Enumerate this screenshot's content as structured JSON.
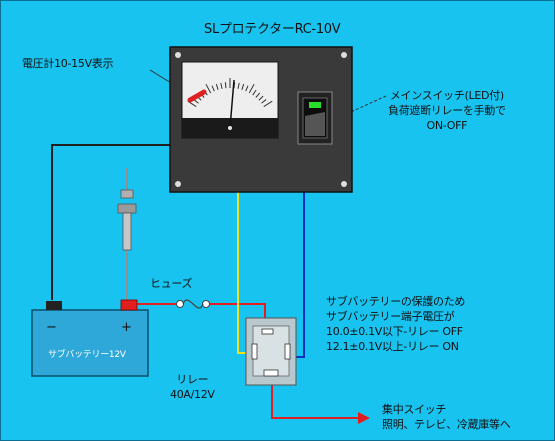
{
  "title": "SLプロテクターRC-10V",
  "colors": {
    "background": "#19c3f0",
    "panel": "#3a3a3a",
    "battery": "#2ea8d8",
    "wire_red": "#e02020",
    "wire_black": "#202020",
    "wire_yellow": "#f0e020",
    "wire_blue": "#1030c0",
    "wire_gray": "#909090"
  },
  "labels": {
    "voltmeter": "電圧計10-15V表示",
    "main_switch": [
      "メインスイッチ(LED付)",
      "負荷遮断リレーを手動で",
      "ON-OFF"
    ],
    "fuse": "ヒューズ",
    "battery_minus": "−",
    "battery_plus": "+",
    "battery_name": "サブバッテリー12V",
    "protection_note": [
      "サブバッテリーの保護のため",
      "サブバッテリー端子電圧が",
      "10.0±0.1V以下-リレー OFF",
      "12.1±0.1V以上-リレー ON"
    ],
    "relay": [
      "リレー",
      "40A/12V"
    ],
    "central_switch": [
      "集中スイッチ",
      "照明、テレビ、冷蔵庫等へ"
    ]
  },
  "icons": {
    "voltmeter": "analog-meter-icon",
    "main_switch": "rocker-switch-icon",
    "fuse": "fuse-icon",
    "battery": "battery-icon",
    "relay": "relay-icon",
    "test_probe": "connector-icon",
    "output_arrow": "arrow-right-icon"
  }
}
